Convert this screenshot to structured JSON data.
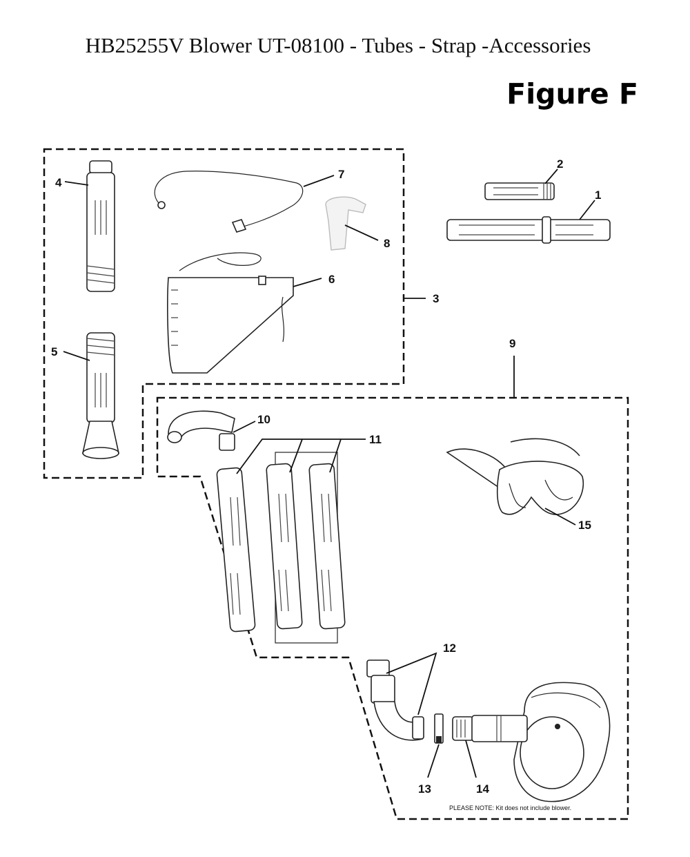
{
  "title": "HB25255V Blower UT-08100 - Tubes - Strap -Accessories",
  "figure_label": "Figure F",
  "callouts": [
    "1",
    "2",
    "3",
    "4",
    "5",
    "6",
    "7",
    "8",
    "9",
    "10",
    "11",
    "12",
    "13",
    "14",
    "15"
  ],
  "note": "PLEASE NOTE: Kit does not include blower."
}
